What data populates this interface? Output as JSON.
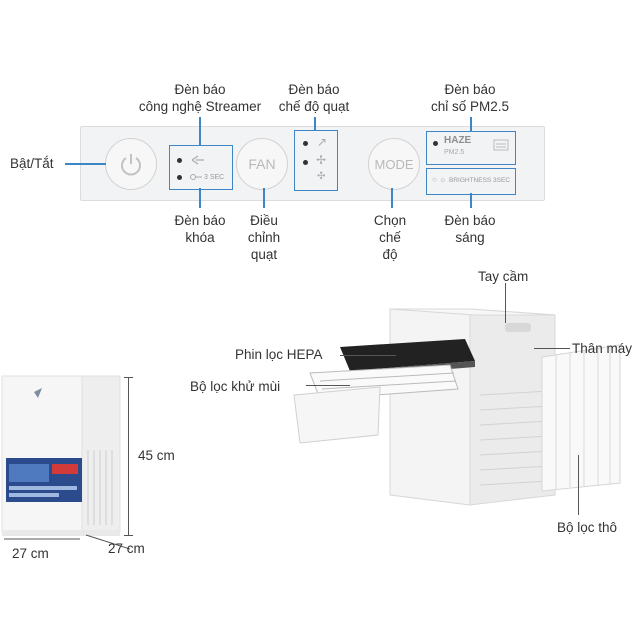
{
  "labels": {
    "power": "Bật/Tắt",
    "streamer_indicator": [
      "Đèn báo",
      "công nghệ Streamer"
    ],
    "fan_mode_indicator": [
      "Đèn báo",
      "chế độ quạt"
    ],
    "pm25_indicator": [
      "Đèn báo",
      "chỉ số PM2.5"
    ],
    "lock_indicator": [
      "Đèn báo",
      "khóa"
    ],
    "fan_adjust": [
      "Điều",
      "chỉnh",
      "quạt"
    ],
    "mode_select": [
      "Chọn",
      "chế",
      "độ"
    ],
    "brightness_indicator": [
      "Đèn báo",
      "sáng"
    ],
    "handle": "Tay cầm",
    "body": "Thân máy",
    "hepa_filter": "Phin lọc HEPA",
    "deodorizing_filter": "Bộ lọc khử mùi",
    "pre_filter": "Bộ lọc thô"
  },
  "panel": {
    "fan_button": "FAN",
    "mode_button": "MODE",
    "haze": "HAZE",
    "pm25_small": "PM2.5",
    "lock_sec": "3 SEC",
    "brightness_sec": "BRIGHTNESS 3SEC"
  },
  "dimensions": {
    "height": "45 cm",
    "width": "27 cm",
    "depth": "27 cm"
  },
  "colors": {
    "callout": "#3d86c6",
    "panel": "#f2f3f4"
  }
}
